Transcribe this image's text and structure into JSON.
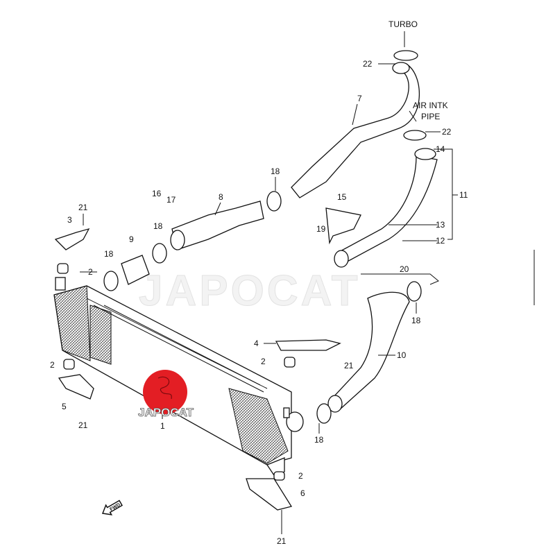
{
  "diagram": {
    "watermark": "JAPOCAT",
    "logo_text": "JAPOCAT",
    "direction_labels": {
      "turbo": "TURBO",
      "air_intake_line1": "AIR INTK",
      "air_intake_line2": "PIPE",
      "forward": "FWD"
    },
    "callouts": [
      "22",
      "7",
      "22",
      "14",
      "11",
      "13",
      "12",
      "15",
      "19",
      "20",
      "18",
      "8",
      "16",
      "17",
      "18",
      "9",
      "21",
      "3",
      "18",
      "2",
      "18",
      "10",
      "4",
      "21",
      "2",
      "2",
      "5",
      "21",
      "1",
      "18",
      "2",
      "6",
      "21"
    ],
    "colors": {
      "logo_red": "#e31e24",
      "line": "#111111"
    }
  }
}
